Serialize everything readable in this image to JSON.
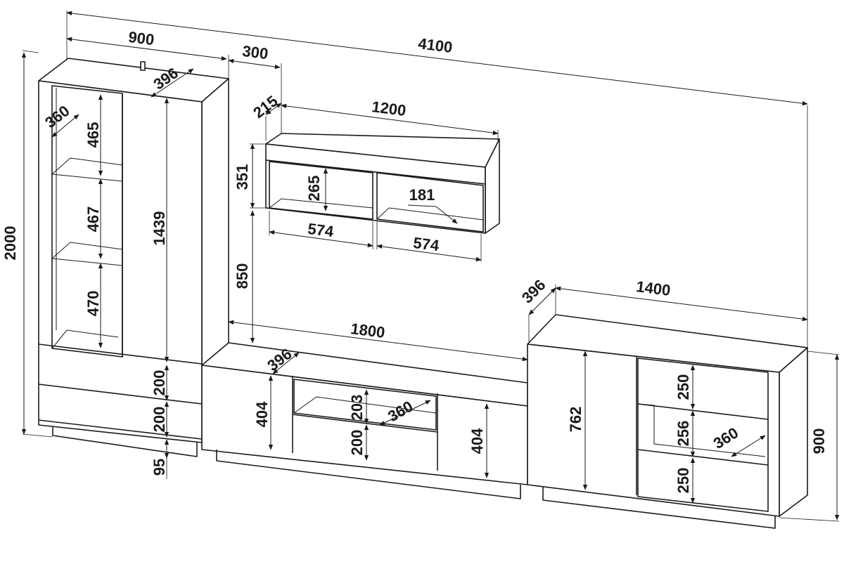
{
  "dimensions": {
    "total_width": "4100",
    "tall_cabinet_width": "900",
    "tall_cabinet_depth": "396",
    "tall_shelf_depth": "360",
    "tall_shelf_1": "465",
    "tall_shelf_2": "467",
    "tall_shelf_3": "470",
    "tall_door_height": "1439",
    "tall_drawer_1": "200",
    "tall_drawer_2": "200",
    "plinth_height": "95",
    "total_height": "2000",
    "gap_width": "300",
    "wall_shelf_depth": "215",
    "wall_shelf_width": "1200",
    "wall_shelf_height": "351",
    "wall_shelf_inner_height": "265",
    "wall_shelf_inner_depth": "181",
    "wall_shelf_section_1": "574",
    "wall_shelf_section_2": "574",
    "wall_shelf_mount_height": "850",
    "tv_width": "1800",
    "tv_depth": "396",
    "tv_left_door": "404",
    "tv_niche_height": "203",
    "tv_niche_depth": "360",
    "tv_drawer": "200",
    "tv_right_door": "404",
    "sideboard_depth": "396",
    "sideboard_width": "1400",
    "sideboard_door": "762",
    "sideboard_drawer_top": "250",
    "sideboard_niche": "256",
    "sideboard_niche_depth": "360",
    "sideboard_drawer_bottom": "250",
    "sideboard_height": "900"
  },
  "colors": {
    "line": "#1a1a1a",
    "background": "#ffffff"
  }
}
